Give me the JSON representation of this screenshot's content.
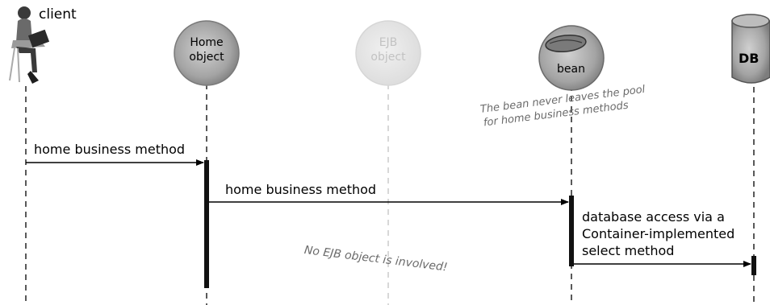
{
  "participants": {
    "client": {
      "label": "client",
      "icon": "person-with-laptop-icon"
    },
    "home": {
      "label_line1": "Home",
      "label_line2": "object"
    },
    "ejb": {
      "label_line1": "EJB",
      "label_line2": "object"
    },
    "bean": {
      "label": "bean"
    },
    "db": {
      "label": "DB",
      "icon": "database-cylinder-icon"
    }
  },
  "messages": {
    "client_to_home": "home business method",
    "home_to_bean": "home business method",
    "bean_to_db_line1": "database access via a",
    "bean_to_db_line2": "Container-implemented",
    "bean_to_db_line3": "select method"
  },
  "notes": {
    "pool_line1": "The bean never leaves the pool",
    "pool_line2": "for home business methods",
    "no_ejb": "No EJB object is involved!"
  },
  "colors": {
    "sphere_fill": "#a9a9a9",
    "sphere_faded": "#e2e2e2",
    "lifeline": "#000000",
    "note_text": "#6a6a6a"
  }
}
